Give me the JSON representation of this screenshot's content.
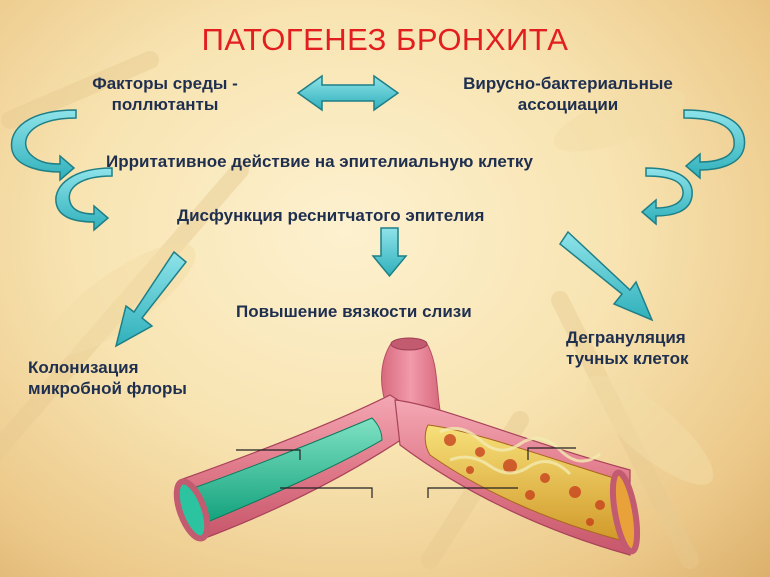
{
  "title": "ПАТОГЕНЕЗ БРОНХИТА",
  "nodes": {
    "environment_factors": {
      "line1": "Факторы среды -",
      "line2": "поллютанты"
    },
    "viral_bacterial": {
      "line1": "Вирусно-бактериальные",
      "line2": "ассоциации"
    },
    "irritative_action": "Ирритативное действие на эпителиальную клетку",
    "ciliated_dysfunction": "Дисфункция реснитчатого эпителия",
    "mucus_viscosity": "Повышение вязкости слизи",
    "colonization": {
      "line1": "Колонизация",
      "line2": "микробной флоры"
    },
    "degranulation": {
      "line1": "Дегрануляция",
      "line2": "тучных клеток"
    }
  },
  "colors": {
    "title": "#e21e1e",
    "text": "#1f2f4f",
    "arrow_fill": "#4fc6cf",
    "arrow_stroke": "#1f7f86",
    "bronchus_wall": "#e07a8a",
    "bronchus_lumen_healthy": "#1fb892",
    "bronchus_lumen_diseased": "#e8c642"
  },
  "icons": [
    "double-arrow-icon",
    "curved-arrow-icon",
    "down-arrow-icon",
    "diagonal-arrow-icon",
    "bronchus-illustration"
  ]
}
